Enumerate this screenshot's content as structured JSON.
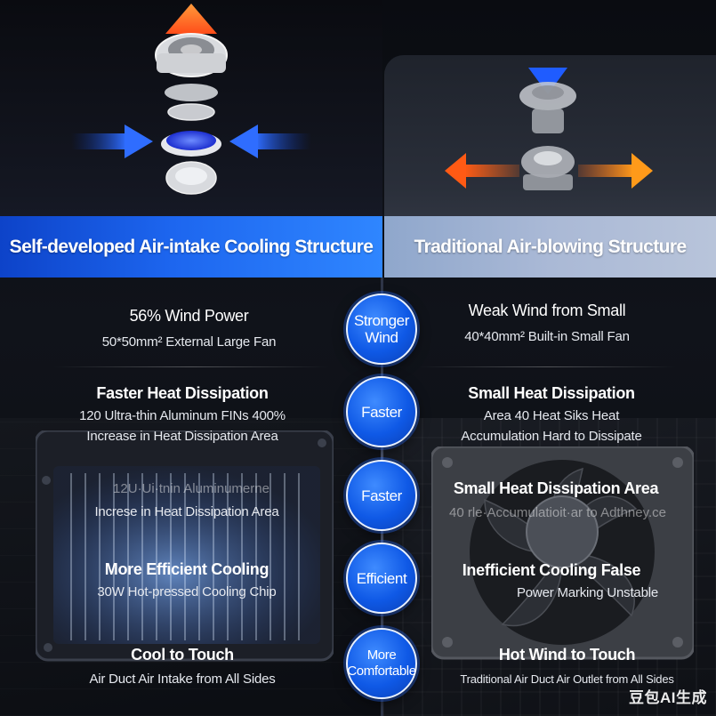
{
  "left_banner": "Self-developed Air-intake Cooling Structure",
  "right_banner": "Traditional Air-blowing Structure",
  "rows": [
    {
      "badge": "Stronger\nWind",
      "left_title": "56% Wind Power",
      "left_sub": "50*50mm² External Large Fan",
      "right_title": "Weak Wind from Small",
      "right_sub": "40*40mm² Built-in Small Fan"
    },
    {
      "badge": "Faster",
      "left_title": "Faster Heat Dissipation",
      "left_sub1": "120 Ultra-thin Aluminum FINs 400%",
      "left_sub2": "Increase in Heat Dissipation Area",
      "right_title": "Small Heat Dissipation",
      "right_sub1": "Area 40 Heat Siks Heat",
      "right_sub2": "Accumulation Hard to Dissipate"
    },
    {
      "badge": "Faster",
      "left_ghost": "12U·Ui·tnin Aluminumerne",
      "left_sub": "Increse in Heat Dissipation Area",
      "right_title": "Small Heat Dissipation Area",
      "right_ghost": "40 rle·Accumulatioit·ar to Adthney.ce"
    },
    {
      "badge": "Efficient",
      "left_title": "More Efficient Cooling",
      "left_sub": "30W Hot-pressed Cooling Chip",
      "right_title": "Inefficient Cooling False",
      "right_sub": "Power Marking Unstable"
    },
    {
      "badge": "More\nComfortable",
      "left_title": "Cool to Touch",
      "left_sub": "Air Duct Air Intake from All Sides",
      "right_title": "Hot Wind to Touch",
      "right_sub": "Traditional Air Duct Air Outlet from All Sides"
    }
  ],
  "watermark": "豆包AI生成",
  "colors": {
    "accent_blue": "#1d66ef",
    "badge_blue": "#0f59e6",
    "arrow_orange": "#ff7a1a",
    "gray_banner": "#aab9d6"
  },
  "icons": [
    "up-arrow-icon",
    "down-arrow-icon",
    "left-arrow-icon",
    "right-arrow-icon",
    "fan-icon",
    "heatsink-icon"
  ]
}
